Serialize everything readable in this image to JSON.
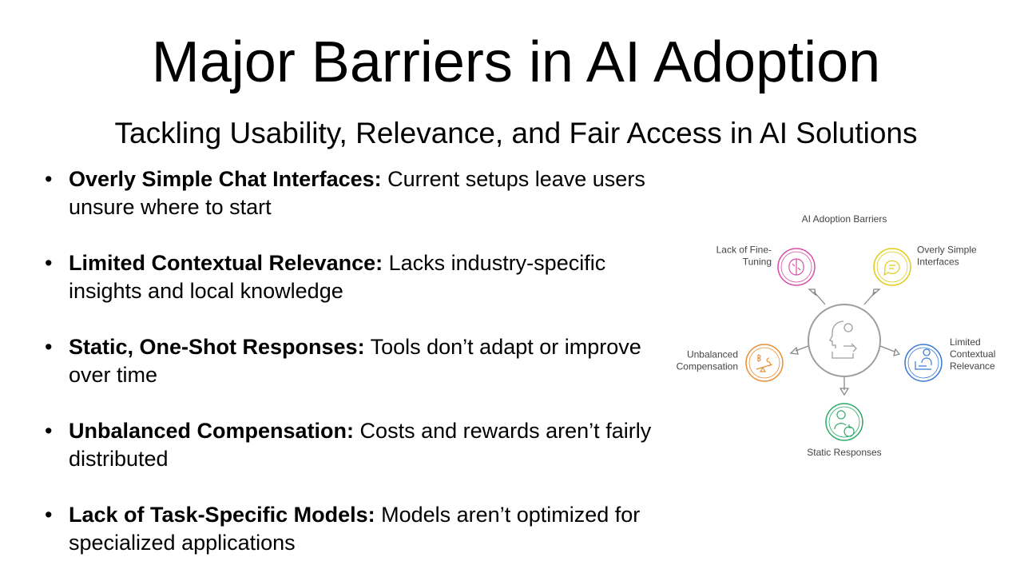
{
  "slide": {
    "title": "Major Barriers in AI Adoption",
    "subtitle": "Tackling Usability, Relevance, and Fair Access in AI Solutions"
  },
  "bullets": [
    {
      "bold": "Overly Simple Chat Interfaces:",
      "text": " Current setups leave users unsure where to start"
    },
    {
      "bold": "Limited Contextual Relevance:",
      "text": " Lacks industry-specific insights and local knowledge"
    },
    {
      "bold": "Static, One-Shot Responses:",
      "text": " Tools don’t adapt or improve over time"
    },
    {
      "bold": "Unbalanced Compensation:",
      "text": " Costs and rewards aren’t fairly distributed"
    },
    {
      "bold": "Lack of Task-Specific Models:",
      "text": " Models aren’t optimized for specialized applications"
    }
  ],
  "diagram": {
    "title": "AI Adoption Barriers",
    "center_icon": "head-gear-icon",
    "nodes": [
      {
        "label_lines": [
          "Lack of Fine-",
          "Tuning"
        ],
        "icon": "brain-icon",
        "color": "#d94fa8"
      },
      {
        "label_lines": [
          "Overly Simple",
          "Interfaces"
        ],
        "icon": "chat-bubble-icon",
        "color": "#e0cc1a"
      },
      {
        "label_lines": [
          "Limited",
          "Contextual",
          "Relevance"
        ],
        "icon": "person-desk-icon",
        "color": "#3a7bd5"
      },
      {
        "label_lines": [
          "Static Responses"
        ],
        "icon": "user-clock-icon",
        "color": "#2faa6a"
      },
      {
        "label_lines": [
          "Unbalanced",
          "Compensation"
        ],
        "icon": "balance-money-icon",
        "color": "#e8913a"
      }
    ],
    "colors": {
      "center": "#9e9e9e",
      "arrow": "#888888"
    }
  }
}
